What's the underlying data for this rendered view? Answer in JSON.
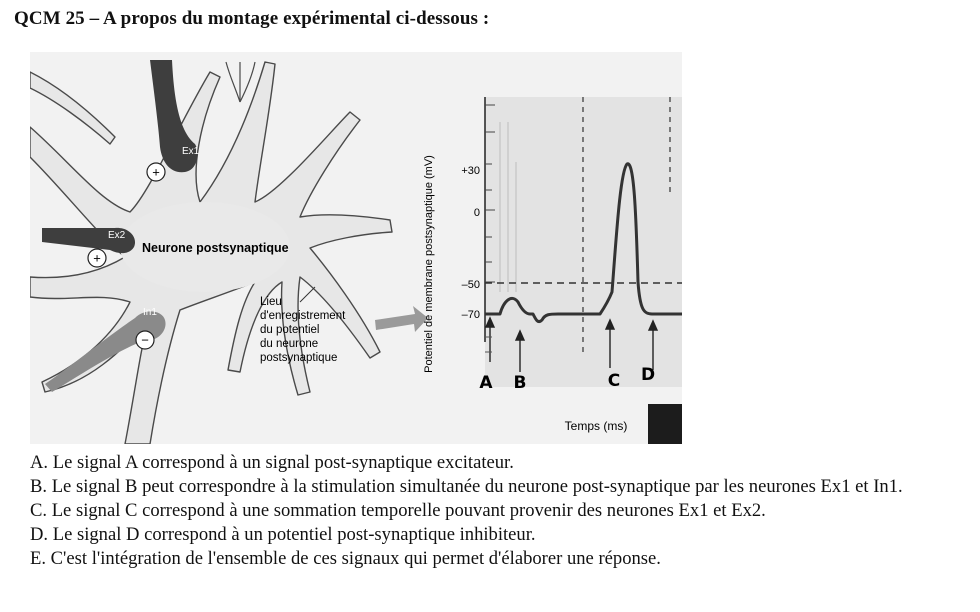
{
  "question": {
    "title": "QCM 25 – A propos du montage expérimental ci-dessous :"
  },
  "figure": {
    "neurons": {
      "ex1": "Ex1",
      "ex2": "Ex2",
      "in1": "In1",
      "plus_sign": "+",
      "minus_sign": "−",
      "postsynaptic_label": "Neurone postsynaptique",
      "recording_site": [
        "Lieu",
        "d'enregistrement",
        "du potentiel",
        "du neurone",
        "postsynaptique"
      ]
    },
    "graph": {
      "ylabel": "Potentiel de membrane postsynaptique (mV)",
      "xlabel": "Temps (ms)",
      "yticks": [
        "+30",
        "0",
        "–50",
        "–70"
      ],
      "signal_letters": [
        "A",
        "B",
        "C",
        "D"
      ]
    }
  },
  "options": [
    {
      "text": "A. Le signal A correspond à un signal post-synaptique excitateur."
    },
    {
      "text": "B. Le signal B peut correspondre à la stimulation simultanée du neurone post-synaptique par les neurones Ex1 et In1."
    },
    {
      "text": "C. Le signal C correspond à une sommation temporelle pouvant provenir des neurones Ex1 et Ex2."
    },
    {
      "text": "D. Le signal D correspond à un potentiel post-synaptique inhibiteur."
    },
    {
      "text": "E. C'est l'intégration de l'ensemble de ces signaux qui permet d'élaborer une réponse."
    }
  ]
}
